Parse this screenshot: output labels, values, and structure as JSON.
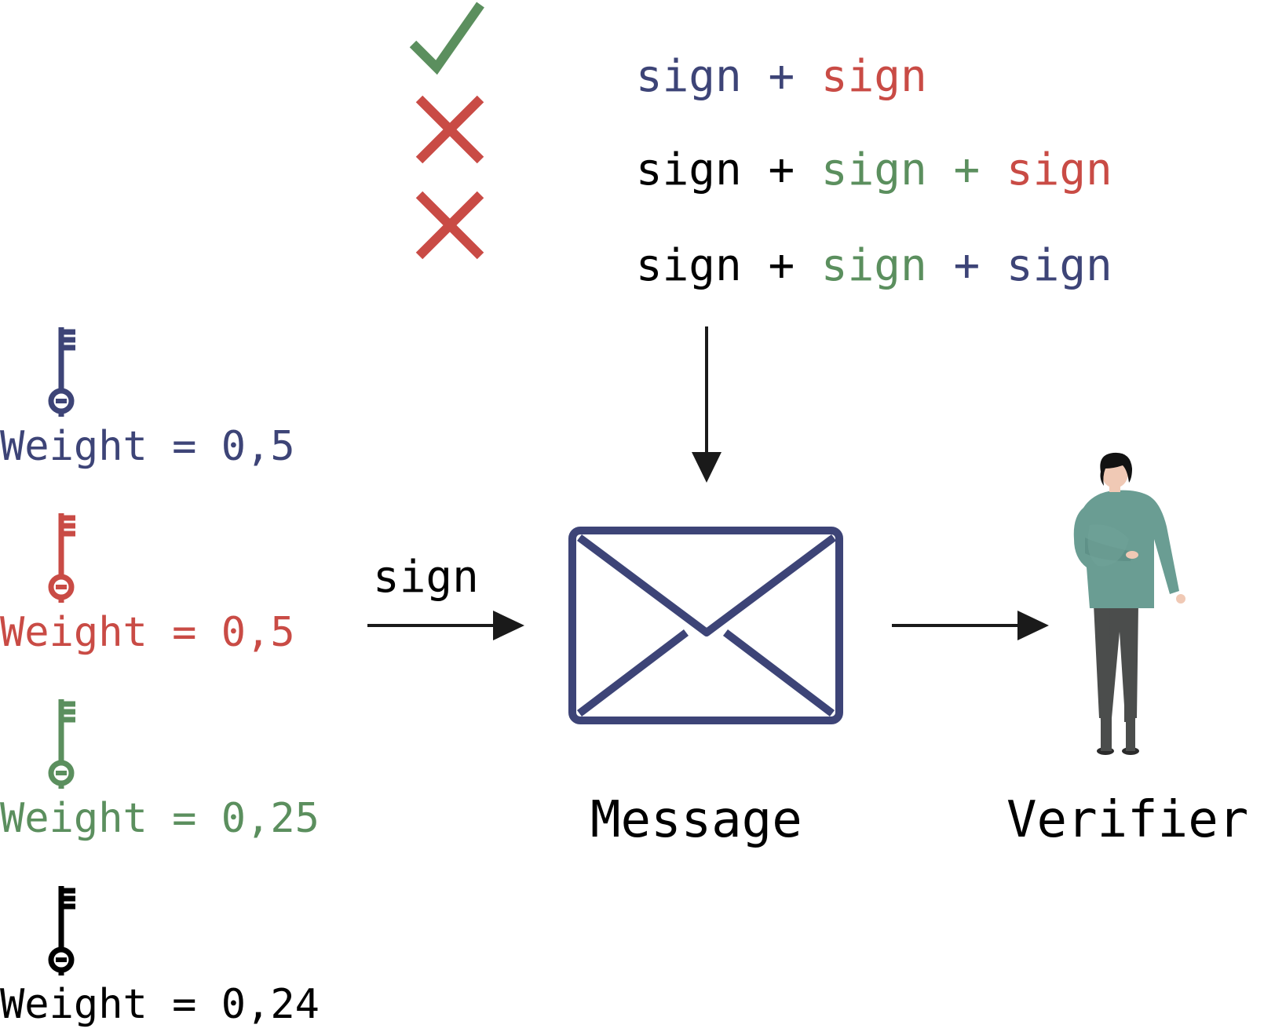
{
  "colors": {
    "blue": "#3d4477",
    "red": "#c94b45",
    "green": "#5b8f5e",
    "black": "#000000",
    "shirt": "#6a9d93",
    "pants": "#4b4d4c",
    "skin": "#f0c9b5",
    "hair": "#121212"
  },
  "combinations": [
    {
      "status": "valid",
      "status_icon": "check-icon",
      "terms": [
        {
          "text": "sign",
          "color": "blue"
        },
        {
          "text": "+",
          "color": "blue"
        },
        {
          "text": "sign",
          "color": "red"
        }
      ]
    },
    {
      "status": "invalid",
      "status_icon": "cross-icon",
      "terms": [
        {
          "text": "sign",
          "color": "black"
        },
        {
          "text": "+",
          "color": "black"
        },
        {
          "text": "sign",
          "color": "green"
        },
        {
          "text": "+",
          "color": "green"
        },
        {
          "text": "sign",
          "color": "red"
        }
      ]
    },
    {
      "status": "invalid",
      "status_icon": "cross-icon",
      "terms": [
        {
          "text": "sign",
          "color": "black"
        },
        {
          "text": "+",
          "color": "black"
        },
        {
          "text": "sign",
          "color": "green"
        },
        {
          "text": "+",
          "color": "blue"
        },
        {
          "text": "sign",
          "color": "blue"
        }
      ]
    }
  ],
  "keys": [
    {
      "icon": "key-icon",
      "label": "Weight = 0,5",
      "color": "blue"
    },
    {
      "icon": "key-icon",
      "label": "Weight = 0,5",
      "color": "red"
    },
    {
      "icon": "key-icon",
      "label": "Weight = 0,25",
      "color": "green"
    },
    {
      "icon": "key-icon",
      "label": "Weight = 0,24",
      "color": "black"
    }
  ],
  "sign_label": "sign",
  "message_icon": "envelope-icon",
  "message_label": "Message",
  "verifier_icon": "person-icon",
  "verifier_label": "Verifier"
}
